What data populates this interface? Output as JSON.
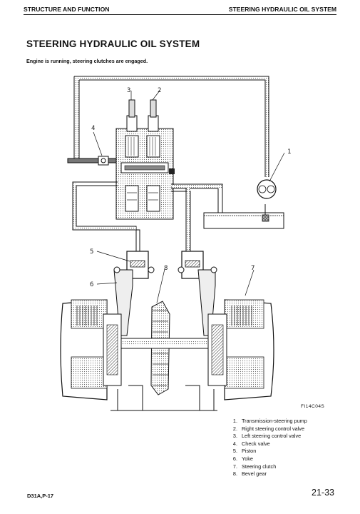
{
  "header": {
    "left": "STRUCTURE AND FUNCTION",
    "right": "STEERING HYDRAULIC OIL SYSTEM"
  },
  "title": "STEERING HYDRAULIC OIL SYSTEM",
  "subtitle": "Engine is running, steering clutches are engaged.",
  "figure": {
    "callouts": [
      "1",
      "2",
      "3",
      "4",
      "5",
      "6",
      "7",
      "8"
    ],
    "figure_number": "FI14C04S"
  },
  "legend": [
    {
      "num": "1.",
      "text": "Transmission-steering pump"
    },
    {
      "num": "2.",
      "text": "Right steering control valve"
    },
    {
      "num": "3.",
      "text": "Left steering control valve"
    },
    {
      "num": "4.",
      "text": "Check valve"
    },
    {
      "num": "5.",
      "text": "Piston"
    },
    {
      "num": "6.",
      "text": "Yoke"
    },
    {
      "num": "7.",
      "text": "Steering clutch"
    },
    {
      "num": "8.",
      "text": "Bevel gear"
    }
  ],
  "footer": {
    "model": "D31A,P-17",
    "page": "21-33"
  }
}
